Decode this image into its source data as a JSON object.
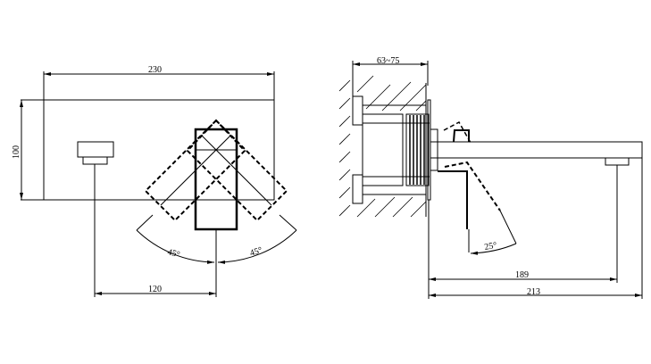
{
  "front_view": {
    "width_dim": "230",
    "height_dim": "100",
    "offset_dim": "120",
    "angle_left": "45°",
    "angle_right": "45°"
  },
  "side_view": {
    "wall_depth_dim": "63~75",
    "spout_reach_dim": "189",
    "total_depth_dim": "213",
    "lever_angle": "25°"
  }
}
